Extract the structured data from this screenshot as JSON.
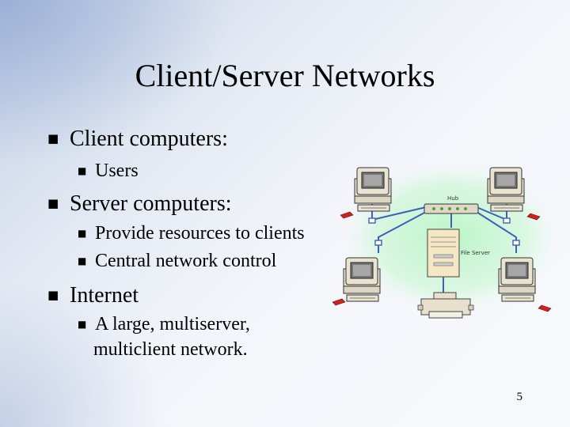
{
  "slide": {
    "title": "Client/Server Networks",
    "page_number": "5"
  },
  "bullets": [
    {
      "text": "Client computers:",
      "sub": [
        "Users"
      ]
    },
    {
      "text": "Server computers:",
      "sub": [
        "Provide resources to clients",
        "Central network control"
      ]
    },
    {
      "text": "Internet",
      "sub": [
        "A large, multiserver,",
        "multiclient network."
      ]
    }
  ],
  "diagram": {
    "hub_label": "Hub",
    "server_label": "File Server",
    "colors": {
      "cable": "#3f5fbf",
      "glow": "#b8f5c4",
      "computer": "#e9e3d2",
      "printer": "#e8e0cc",
      "server": "#f5e6c4",
      "mouse": "#cc2222"
    }
  }
}
